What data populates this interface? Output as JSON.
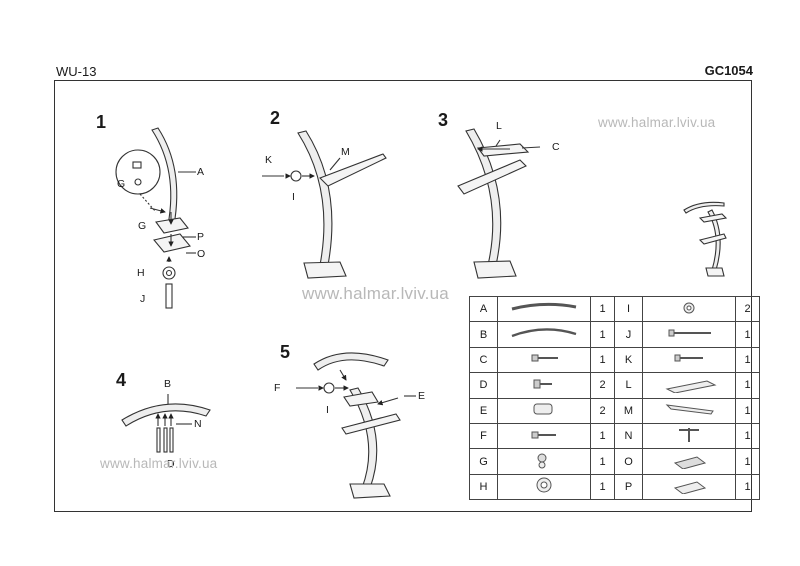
{
  "header": {
    "model": "WU-13",
    "code": "GC1054"
  },
  "watermarks": [
    "www.halmar.lviv.ua",
    "www.halmar.lviv.ua",
    "www.halmar.lviv.ua"
  ],
  "steps": {
    "s1": {
      "number": "1",
      "labels": {
        "a": "A",
        "g1": "G",
        "g2": "G",
        "p": "P",
        "o": "O",
        "h": "H",
        "j": "J"
      }
    },
    "s2": {
      "number": "2",
      "labels": {
        "k": "K",
        "m": "M",
        "i": "I"
      }
    },
    "s3": {
      "number": "3",
      "labels": {
        "l": "L",
        "c": "C"
      }
    },
    "s4": {
      "number": "4",
      "labels": {
        "b": "B",
        "n": "N",
        "d": "D"
      }
    },
    "s5": {
      "number": "5",
      "labels": {
        "f": "F",
        "i": "I",
        "e": "E"
      }
    }
  },
  "parts": [
    [
      {
        "letter": "A",
        "icon": "frame-arm-a-icon",
        "qty": "1"
      },
      {
        "letter": "I",
        "icon": "washer-icon",
        "qty": "2"
      }
    ],
    [
      {
        "letter": "B",
        "icon": "top-arm-b-icon",
        "qty": "1"
      },
      {
        "letter": "J",
        "icon": "long-bolt-icon",
        "qty": "1"
      }
    ],
    [
      {
        "letter": "C",
        "icon": "bolt-c-icon",
        "qty": "1"
      },
      {
        "letter": "K",
        "icon": "bolt-k-icon",
        "qty": "1"
      }
    ],
    [
      {
        "letter": "D",
        "icon": "short-bolt-d-icon",
        "qty": "2"
      },
      {
        "letter": "L",
        "icon": "tray-icon",
        "qty": "1"
      }
    ],
    [
      {
        "letter": "E",
        "icon": "end-cap-icon",
        "qty": "2"
      },
      {
        "letter": "M",
        "icon": "trouser-bar-icon",
        "qty": "1"
      }
    ],
    [
      {
        "letter": "F",
        "icon": "bolt-f-icon",
        "qty": "1"
      },
      {
        "letter": "N",
        "icon": "bracket-icon",
        "qty": "1"
      }
    ],
    [
      {
        "letter": "G",
        "icon": "nut-icon",
        "qty": "1"
      },
      {
        "letter": "O",
        "icon": "base-plate-icon",
        "qty": "1"
      }
    ],
    [
      {
        "letter": "H",
        "icon": "large-washer-icon",
        "qty": "1"
      },
      {
        "letter": "P",
        "icon": "top-plate-icon",
        "qty": "1"
      }
    ]
  ]
}
